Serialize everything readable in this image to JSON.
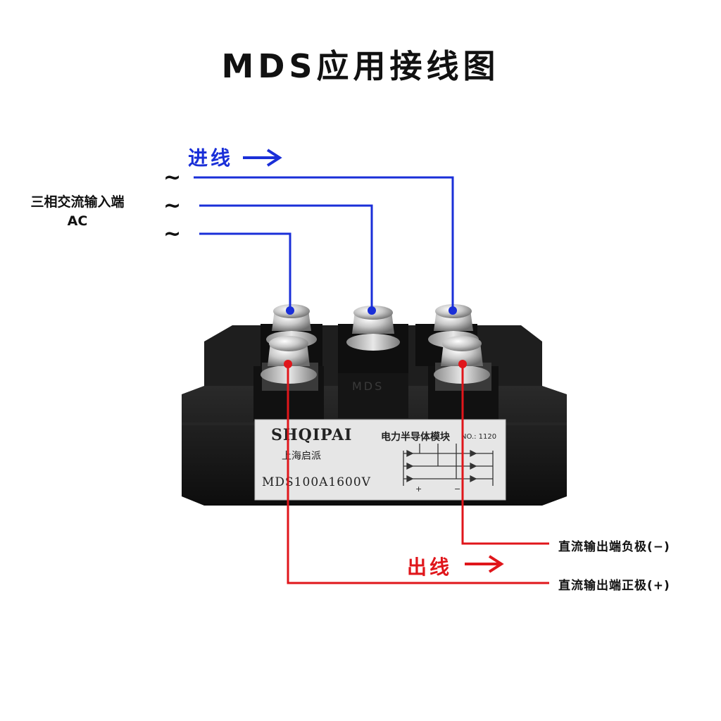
{
  "title": "MDS应用接线图",
  "input": {
    "label": "进线",
    "ac_label_line1": "三相交流输入端",
    "ac_label_line2": "AC",
    "phase_symbol": "~"
  },
  "output": {
    "label": "出线",
    "negative": "直流输出端负极(−)",
    "positive": "直流输出端正极(+)"
  },
  "module": {
    "brand": "SHQIPAI",
    "type_text": "电力半导体模块",
    "no_text": "NO.: 1120",
    "maker": "上海启派",
    "model": "MDS100A1600V",
    "mold_mark": "MDS",
    "plus_mark": "+",
    "minus_mark": "−"
  },
  "colors": {
    "input_wire": "#1a2fd8",
    "output_wire": "#e0161b",
    "body": "#141414",
    "label_plate": "#e6e6e6"
  }
}
